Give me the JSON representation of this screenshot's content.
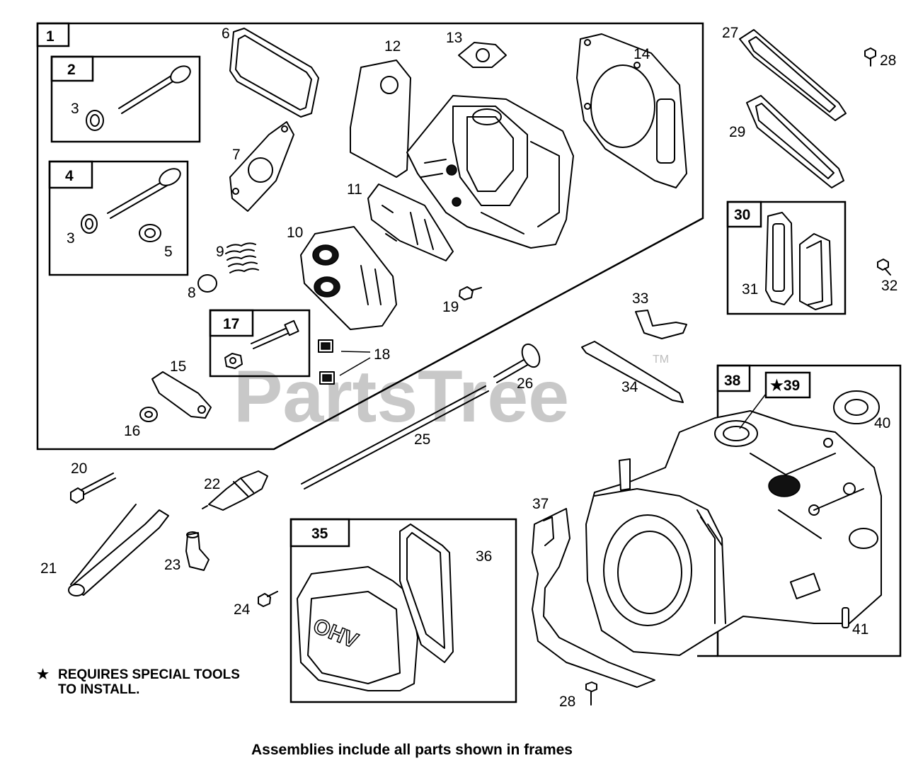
{
  "watermark": {
    "text": "PartsTree",
    "trademark": "TM"
  },
  "note": {
    "star": "★",
    "line1": "REQUIRES SPECIAL TOOLS",
    "line2": "TO INSTALL."
  },
  "caption": "Assemblies include all parts shown in frames",
  "frames": {
    "f1": "1",
    "f2": "2",
    "f4": "4",
    "f17": "17",
    "f30": "30",
    "f35": "35",
    "f38": "38",
    "f39": "★39"
  },
  "labels": {
    "p3a": "3",
    "p3b": "3",
    "p5": "5",
    "p6": "6",
    "p7": "7",
    "p8": "8",
    "p9": "9",
    "p10": "10",
    "p11": "11",
    "p12": "12",
    "p13": "13",
    "p14": "14",
    "p15": "15",
    "p16": "16",
    "p18": "18",
    "p19": "19",
    "p20": "20",
    "p21": "21",
    "p22": "22",
    "p23": "23",
    "p24": "24",
    "p25": "25",
    "p26": "26",
    "p27": "27",
    "p28a": "28",
    "p28b": "28",
    "p29": "29",
    "p31": "31",
    "p32": "32",
    "p33": "33",
    "p34": "34",
    "p36": "36",
    "p37": "37",
    "p40": "40",
    "p41": "41"
  },
  "cover_emboss": "OHV"
}
